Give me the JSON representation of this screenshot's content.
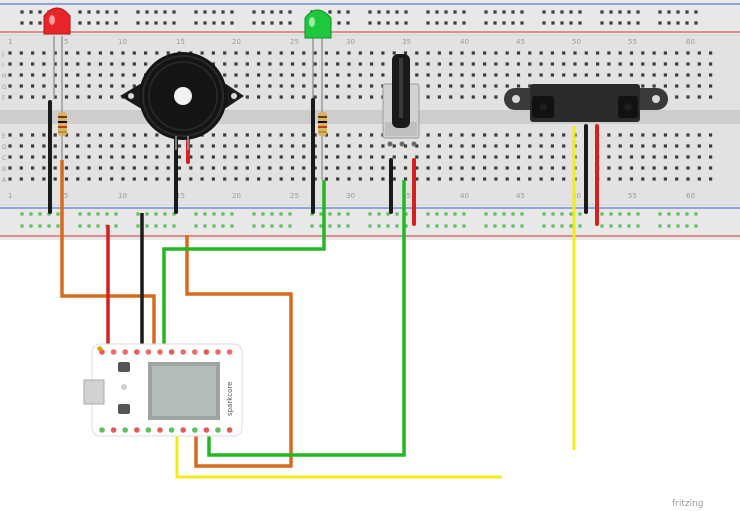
{
  "title": "",
  "board": {
    "brand_label": "sparkcore",
    "chip_label": "",
    "watermark": "fritzing"
  },
  "breadboard": {
    "column_numbers": [
      "1",
      "5",
      "10",
      "15",
      "20",
      "25",
      "30",
      "35",
      "40",
      "45",
      "50",
      "55",
      "60"
    ],
    "row_letters_top": [
      "J",
      "I",
      "H",
      "G",
      "F"
    ],
    "row_letters_bottom": [
      "E",
      "D",
      "C",
      "B",
      "A"
    ]
  },
  "components": [
    {
      "id": "led-red",
      "name": "Red LED",
      "color": "#e8262a"
    },
    {
      "id": "led-green",
      "name": "Green LED",
      "color": "#1ec83c"
    },
    {
      "id": "buzzer",
      "name": "Piezo buzzer",
      "color": "#111111"
    },
    {
      "id": "potentiometer",
      "name": "Potentiometer",
      "color": "#222222"
    },
    {
      "id": "ir-sensor",
      "name": "IR distance sensor",
      "color": "#333333"
    },
    {
      "id": "resistor-1",
      "name": "Resistor",
      "color": "#d9b26a"
    },
    {
      "id": "resistor-2",
      "name": "Resistor",
      "color": "#d9b26a"
    }
  ],
  "wire_colors": {
    "orange": "#d66a1e",
    "red": "#d42020",
    "black": "#1a1a1a",
    "green": "#22b822",
    "yellow": "#f1ec1a"
  }
}
